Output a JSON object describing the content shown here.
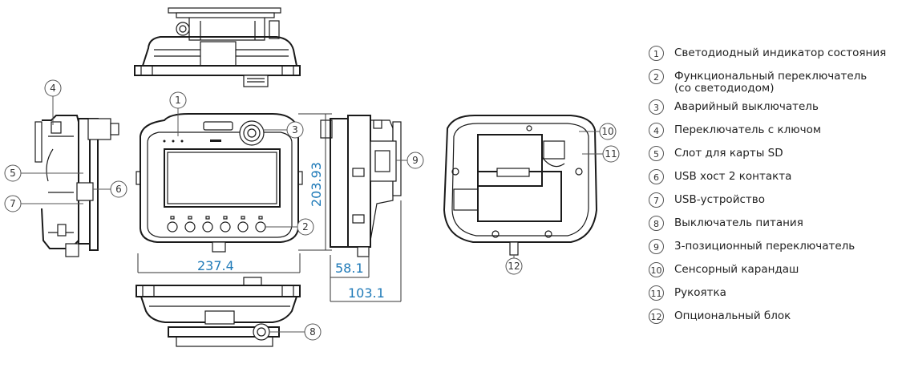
{
  "dimensions": {
    "width": "237.4",
    "height": "203.93",
    "depth_inner": "58.1",
    "depth_total": "103.1"
  },
  "callouts": [
    "1",
    "2",
    "3",
    "4",
    "5",
    "6",
    "7",
    "8",
    "9",
    "10",
    "11",
    "12"
  ],
  "legend": [
    {
      "num": "1",
      "text": "Светодиодный индикатор состояния"
    },
    {
      "num": "2",
      "text": "Функциональный переключатель\n(со светодиодом)"
    },
    {
      "num": "3",
      "text": "Аварийный выключатель"
    },
    {
      "num": "4",
      "text": "Переключатель с ключом"
    },
    {
      "num": "5",
      "text": "Слот для карты SD"
    },
    {
      "num": "6",
      "text": "USB хост 2 контакта"
    },
    {
      "num": "7",
      "text": "USB-устройство"
    },
    {
      "num": "8",
      "text": "Выключатель питания"
    },
    {
      "num": "9",
      "text": "3-позиционный переключатель"
    },
    {
      "num": "10",
      "text": "Сенсорный карандаш"
    },
    {
      "num": "11",
      "text": "Рукоятка"
    },
    {
      "num": "12",
      "text": "Опциональный блок"
    }
  ],
  "colors": {
    "dimension_text": "#1f7ab8",
    "line": "#1a1a1a"
  }
}
